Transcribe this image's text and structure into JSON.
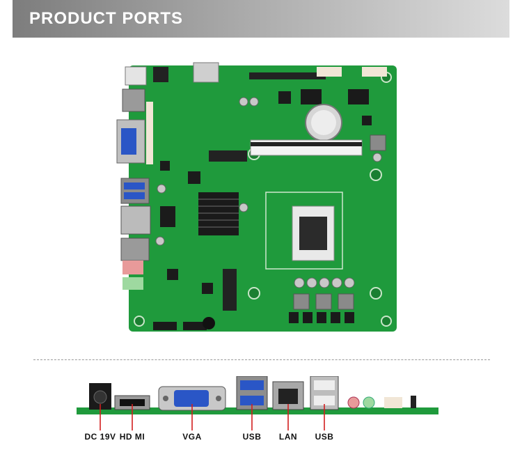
{
  "header": {
    "title": "PRODUCT PORTS"
  },
  "ports": [
    {
      "label": "DC 19V"
    },
    {
      "label": "HD MI"
    },
    {
      "label": "VGA"
    },
    {
      "label": "USB"
    },
    {
      "label": "LAN"
    },
    {
      "label": "USB"
    }
  ],
  "colors": {
    "pcb_green": "#1f9a3c",
    "leader_red": "#d21e1e",
    "banner_dark": "#7d7d7d"
  }
}
